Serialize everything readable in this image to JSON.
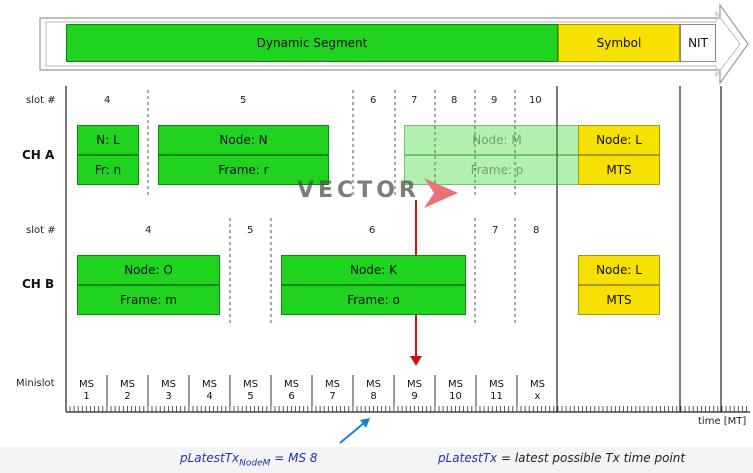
{
  "segments": {
    "dynamic": "Dynamic Segment",
    "symbol": "Symbol",
    "nit": "NIT"
  },
  "row_labels": {
    "slot": "slot #",
    "cha": "CH A",
    "chb": "CH B",
    "minislot": "Minislot"
  },
  "cha_slots": [
    "4",
    "5",
    "6",
    "7",
    "8",
    "9",
    "10"
  ],
  "chb_slots": [
    "4",
    "5",
    "6",
    "7",
    "8"
  ],
  "cha_frames": {
    "nl_top": "N: L",
    "nl_bottom": "Fr: n",
    "nn_top": "Node: N",
    "nn_bottom": "Frame: r",
    "nm_top": "Node: M",
    "nm_bottom": "Frame: p",
    "sym_top": "Node: L",
    "sym_bottom": "MTS"
  },
  "chb_frames": {
    "no_top": "Node: O",
    "no_bottom": "Frame: m",
    "nk_top": "Node: K",
    "nk_bottom": "Frame: o",
    "sym_top": "Node: L",
    "sym_bottom": "MTS"
  },
  "minislots": [
    {
      "a": "MS",
      "b": "1"
    },
    {
      "a": "MS",
      "b": "2"
    },
    {
      "a": "MS",
      "b": "3"
    },
    {
      "a": "MS",
      "b": "4"
    },
    {
      "a": "MS",
      "b": "5"
    },
    {
      "a": "MS",
      "b": "6"
    },
    {
      "a": "MS",
      "b": "7"
    },
    {
      "a": "MS",
      "b": "8"
    },
    {
      "a": "MS",
      "b": "9"
    },
    {
      "a": "MS",
      "b": "10"
    },
    {
      "a": "MS",
      "b": "11"
    },
    {
      "a": "MS",
      "b": "x"
    }
  ],
  "watermark": "VECTOR",
  "time_label": "time [MT]",
  "bottom": {
    "left_main": "pLatestTx",
    "left_sub": "NodeM",
    "left_rest": " = MS 8",
    "right_main": "pLatestTx",
    "right_rest": " = latest possible Tx time point"
  }
}
